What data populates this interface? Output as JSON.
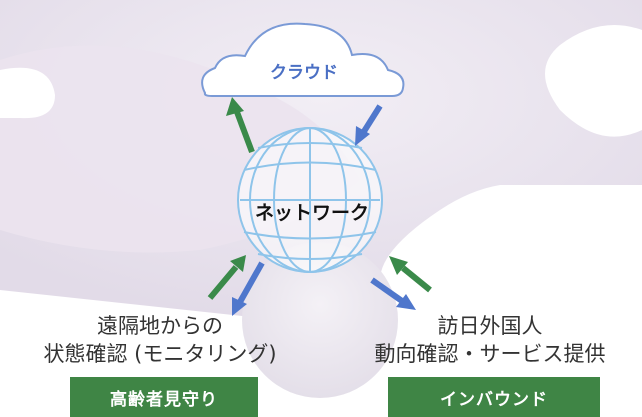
{
  "cloud": {
    "label": "クラウド"
  },
  "network": {
    "label": "ネットワーク"
  },
  "left": {
    "line1": "遠隔地からの",
    "line2": "状態確認 (モニタリング)",
    "badge": "高齢者見守り"
  },
  "right": {
    "line1": "訪日外国人",
    "line2": "動向確認・サービス提供",
    "badge": "インバウンド"
  },
  "colors": {
    "up_arrow": "#3a8a4a",
    "down_arrow": "#4f77cc",
    "badge": "#3f8545",
    "cloud_outline": "#7a9ad6",
    "cloud_text": "#4a6fc4",
    "globe": "#8ec4ea"
  }
}
